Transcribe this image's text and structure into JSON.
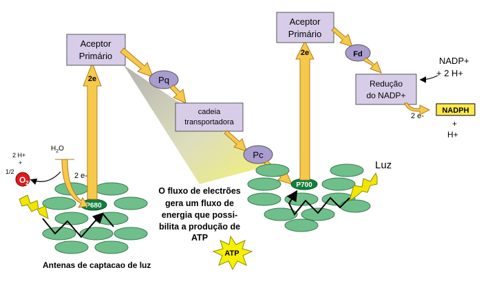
{
  "labels": {
    "aceptor_1_line1": "Aceptor",
    "aceptor_1_line2": "Primário",
    "aceptor_2_line1": "Aceptor",
    "aceptor_2_line2": "Primário",
    "pq": "Pq",
    "pc": "Pc",
    "fd": "Fd",
    "cadeia_line1": "cadeia",
    "cadeia_line2": "transportadora",
    "reducao_line1": "Redução",
    "reducao_line2": "do NADP+",
    "nadp_line1": "NADP+",
    "nadp_line2": "+ 2 H+",
    "nadph": "NADPH",
    "plus": "+",
    "h_plus": "H+",
    "two_e_nadph": "2 e-",
    "two_e_ps2_arrow": "2e",
    "two_e_ps1_arrow": "2e",
    "two_e_ps2": "2 e-",
    "p680": "P680",
    "p700": "P700",
    "h2o": "H",
    "h2o_sub": "2",
    "h2o_o": "O",
    "two_h": "2 H+",
    "small_plus": "+",
    "half": "1/2",
    "o2": "O",
    "o2_sub": "2",
    "luz": "Luz",
    "atp": "ATP",
    "flux_line1": "O fluxo de electrões",
    "flux_line2": "gera um fluxo de",
    "flux_line3": "energia que possi-",
    "flux_line4": "bilita a produção de",
    "flux_line5": "ATP",
    "antenas": "Antenas de captacao de luz"
  },
  "colors": {
    "box_fill": "#d8cde8",
    "carrier_fill": "#a99ccf",
    "arrow_fill": "#f7c94a",
    "arrow_stroke": "#b07a1a",
    "antenna_fill": "#6fbf8a",
    "reaction_center": "#11803f",
    "lightning": "#f2e600",
    "o2_fill": "#e11a1a",
    "atp_star": "#f7f000",
    "nadph_fill": "#ffe94d"
  }
}
